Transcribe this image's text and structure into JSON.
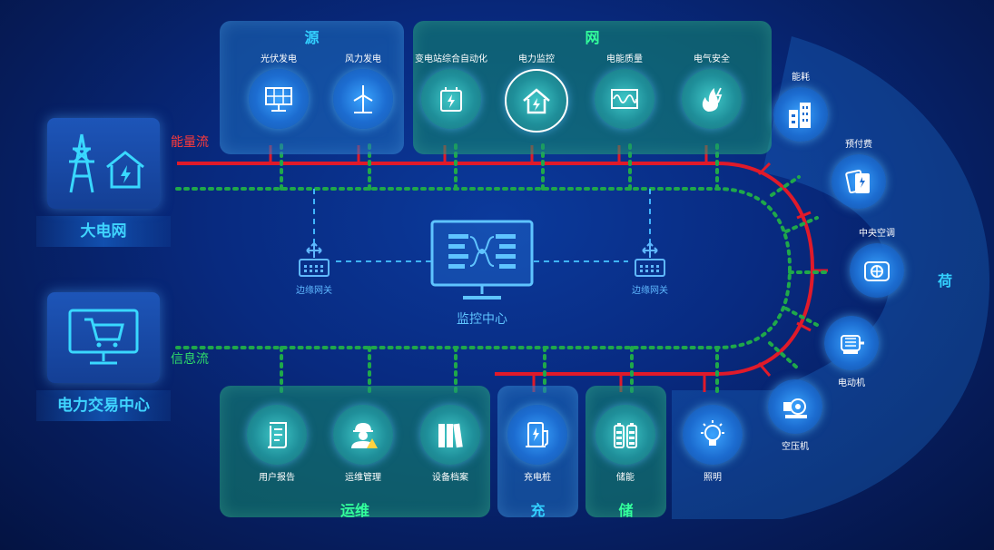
{
  "sections": {
    "source": "源",
    "grid": "网",
    "load": "荷",
    "ops": "运维",
    "charge": "充",
    "storage": "储"
  },
  "source_items": [
    {
      "label": "光伏发电",
      "icon": "solar-panel-icon"
    },
    {
      "label": "风力发电",
      "icon": "wind-turbine-icon"
    }
  ],
  "grid_items": [
    {
      "label": "变电站综合自动化",
      "icon": "substation-icon"
    },
    {
      "label": "电力监控",
      "icon": "power-monitor-house-icon"
    },
    {
      "label": "电能质量",
      "icon": "waveform-icon"
    },
    {
      "label": "电气安全",
      "icon": "fire-hazard-icon"
    }
  ],
  "load_items": [
    {
      "label": "能耗",
      "icon": "buildings-icon"
    },
    {
      "label": "预付费",
      "icon": "payment-card-icon"
    },
    {
      "label": "中央空调",
      "icon": "air-conditioner-icon"
    },
    {
      "label": "电动机",
      "icon": "motor-icon"
    },
    {
      "label": "空压机",
      "icon": "air-compressor-icon"
    }
  ],
  "ops_items": [
    {
      "label": "用户报告",
      "icon": "report-scroll-icon"
    },
    {
      "label": "运维管理",
      "icon": "engineer-icon"
    },
    {
      "label": "设备档案",
      "icon": "archive-binders-icon"
    }
  ],
  "charge_items": [
    {
      "label": "充电桩",
      "icon": "charging-pile-icon"
    }
  ],
  "storage_items": [
    {
      "label": "储能",
      "icon": "battery-icon"
    }
  ],
  "lighting_items": [
    {
      "label": "照明",
      "icon": "light-bulb-icon"
    }
  ],
  "left": {
    "grid_name": "大电网",
    "trade_name": "电力交易中心"
  },
  "flows": {
    "energy": "能量流",
    "info": "信息流"
  },
  "center": {
    "monitor_label": "监控中心",
    "gateway_left": "边缘网关",
    "gateway_right": "边缘网关"
  },
  "colors": {
    "energy_line": "#e01a2a",
    "info_line": "#1fa84a",
    "gateway_link": "#3fb4ff"
  }
}
